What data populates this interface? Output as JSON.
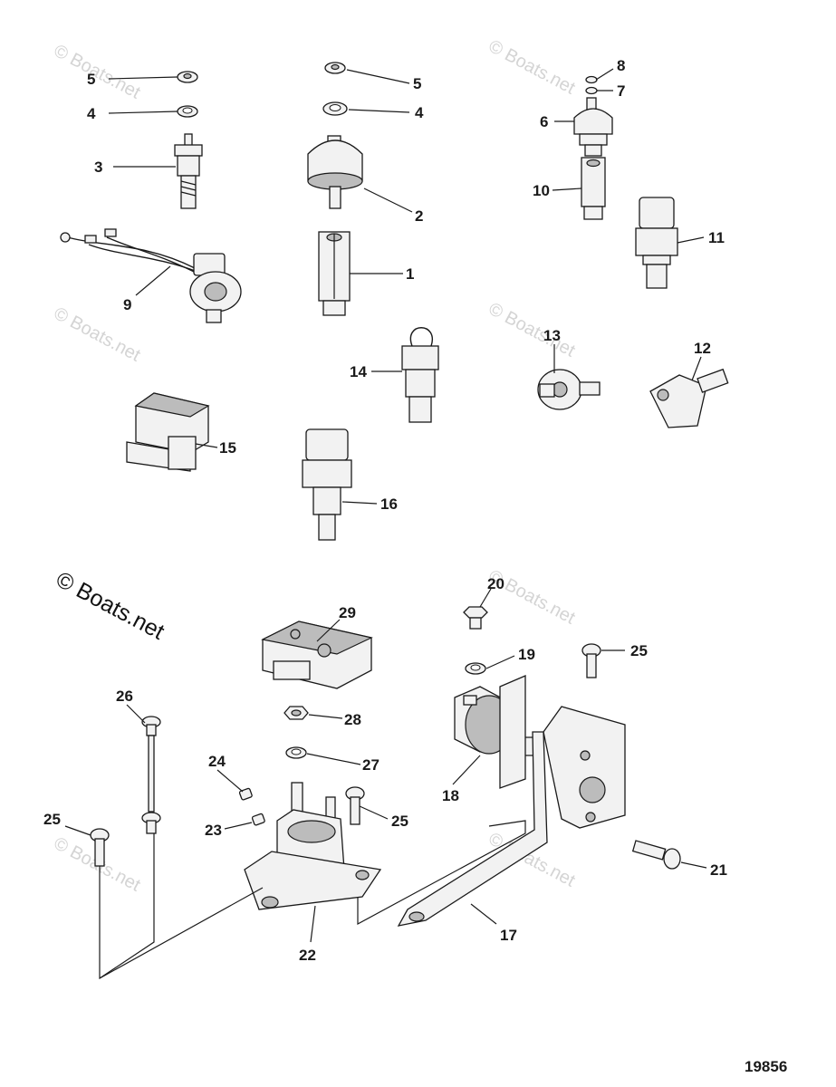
{
  "watermark": {
    "text": "© Boats.net"
  },
  "figure_number": "19856",
  "callouts": [
    "1",
    "2",
    "3",
    "4",
    "5",
    "6",
    "7",
    "8",
    "9",
    "10",
    "11",
    "12",
    "13",
    "14",
    "15",
    "16",
    "17",
    "18",
    "19",
    "20",
    "21",
    "22",
    "23",
    "24",
    "25",
    "26",
    "27",
    "28",
    "29"
  ],
  "parts": [
    {
      "id": "1",
      "icon": "standoff-extension-icon"
    },
    {
      "id": "2",
      "icon": "pressure-sender-icon"
    },
    {
      "id": "3",
      "icon": "temperature-switch-icon"
    },
    {
      "id": "4",
      "icon": "washer-icon"
    },
    {
      "id": "5",
      "icon": "nut-icon"
    },
    {
      "id": "6",
      "icon": "pressure-switch-icon"
    },
    {
      "id": "7",
      "icon": "lockwasher-icon"
    },
    {
      "id": "8",
      "icon": "nut-icon"
    },
    {
      "id": "9",
      "icon": "wiring-harness-icon"
    },
    {
      "id": "10",
      "icon": "adapter-icon"
    },
    {
      "id": "11",
      "icon": "temperature-sensor-icon"
    },
    {
      "id": "12",
      "icon": "elbow-fitting-icon"
    },
    {
      "id": "13",
      "icon": "knock-sensor-icon"
    },
    {
      "id": "14",
      "icon": "connector-sensor-icon"
    },
    {
      "id": "15",
      "icon": "relay-icon"
    },
    {
      "id": "16",
      "icon": "temperature-sender-icon"
    },
    {
      "id": "17",
      "icon": "bracket-icon"
    },
    {
      "id": "18",
      "icon": "solenoid-icon"
    },
    {
      "id": "19",
      "icon": "lockwasher-icon"
    },
    {
      "id": "20",
      "icon": "bolt-icon"
    },
    {
      "id": "21",
      "icon": "screw-icon"
    },
    {
      "id": "22",
      "icon": "starter-solenoid-icon"
    },
    {
      "id": "23",
      "icon": "set-screw-icon"
    },
    {
      "id": "24",
      "icon": "set-screw-icon"
    },
    {
      "id": "25",
      "icon": "bolt-icon"
    },
    {
      "id": "26",
      "icon": "stud-icon"
    },
    {
      "id": "27",
      "icon": "washer-icon"
    },
    {
      "id": "28",
      "icon": "nut-icon"
    },
    {
      "id": "29",
      "icon": "cover-icon"
    }
  ]
}
